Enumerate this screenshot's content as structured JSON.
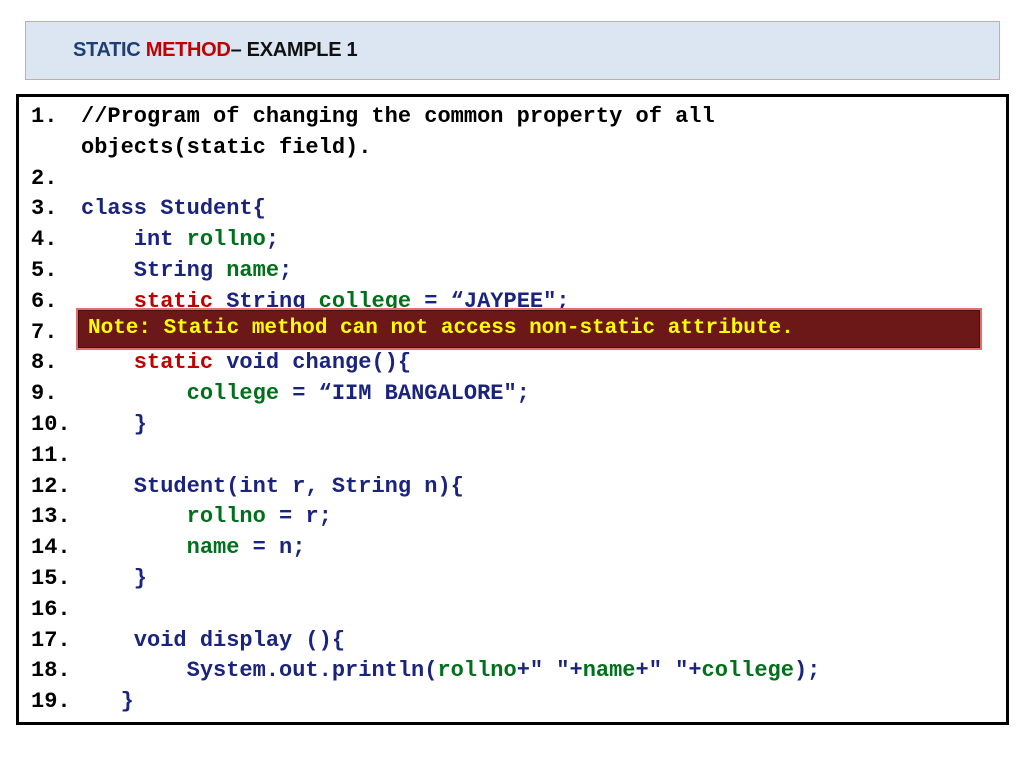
{
  "slide": {
    "title": {
      "part1": "STATIC ",
      "part2": "METHOD",
      "part3": "– EXAMPLE 1"
    },
    "note": "Note: Static method can not access non-static attribute.",
    "code_lines": [
      {
        "num": "1.",
        "segments": [
          {
            "text": "//Program of changing the common property of all",
            "color": "black"
          }
        ]
      },
      {
        "num": "",
        "segments": [
          {
            "text": "objects(static field).",
            "color": "black"
          }
        ]
      },
      {
        "num": "2.",
        "segments": []
      },
      {
        "num": "3.",
        "segments": [
          {
            "text": "class Student{",
            "color": "blue"
          }
        ]
      },
      {
        "num": "4.",
        "segments": [
          {
            "text": "    int ",
            "color": "blue"
          },
          {
            "text": "rollno",
            "color": "green"
          },
          {
            "text": ";",
            "color": "blue"
          }
        ]
      },
      {
        "num": "5.",
        "segments": [
          {
            "text": "    String ",
            "color": "blue"
          },
          {
            "text": "name",
            "color": "green"
          },
          {
            "text": ";",
            "color": "blue"
          }
        ]
      },
      {
        "num": "6.",
        "segments": [
          {
            "text": "    static ",
            "color": "red"
          },
          {
            "text": "String ",
            "color": "blue"
          },
          {
            "text": "college",
            "color": "green"
          },
          {
            "text": " = “JAYPEE\";",
            "color": "blue"
          }
        ]
      },
      {
        "num": "7.",
        "segments": []
      },
      {
        "num": "8.",
        "segments": [
          {
            "text": "    static ",
            "color": "red"
          },
          {
            "text": "void change(){",
            "color": "blue"
          }
        ]
      },
      {
        "num": "9.",
        "segments": [
          {
            "text": "        college",
            "color": "green"
          },
          {
            "text": " = “IIM BANGALORE\";",
            "color": "blue"
          }
        ]
      },
      {
        "num": "10.",
        "segments": [
          {
            "text": "    }",
            "color": "blue"
          }
        ]
      },
      {
        "num": "11.",
        "segments": []
      },
      {
        "num": "12.",
        "segments": [
          {
            "text": "    Student(int r, String n){",
            "color": "blue"
          }
        ]
      },
      {
        "num": "13.",
        "segments": [
          {
            "text": "        rollno",
            "color": "green"
          },
          {
            "text": " = r;",
            "color": "blue"
          }
        ]
      },
      {
        "num": "14.",
        "segments": [
          {
            "text": "        name",
            "color": "green"
          },
          {
            "text": " = n;",
            "color": "blue"
          }
        ]
      },
      {
        "num": "15.",
        "segments": [
          {
            "text": "    }",
            "color": "blue"
          }
        ]
      },
      {
        "num": "16.",
        "segments": []
      },
      {
        "num": "17.",
        "segments": [
          {
            "text": "    void display (){",
            "color": "blue"
          }
        ]
      },
      {
        "num": "18.",
        "segments": [
          {
            "text": "        System.out.println(",
            "color": "blue"
          },
          {
            "text": "rollno",
            "color": "green"
          },
          {
            "text": "+\" \"+",
            "color": "blue"
          },
          {
            "text": "name",
            "color": "green"
          },
          {
            "text": "+\" \"+",
            "color": "blue"
          },
          {
            "text": "college",
            "color": "green"
          },
          {
            "text": ");",
            "color": "blue"
          }
        ]
      },
      {
        "num": "19.",
        "segments": [
          {
            "text": "   }",
            "color": "blue"
          }
        ]
      }
    ]
  }
}
